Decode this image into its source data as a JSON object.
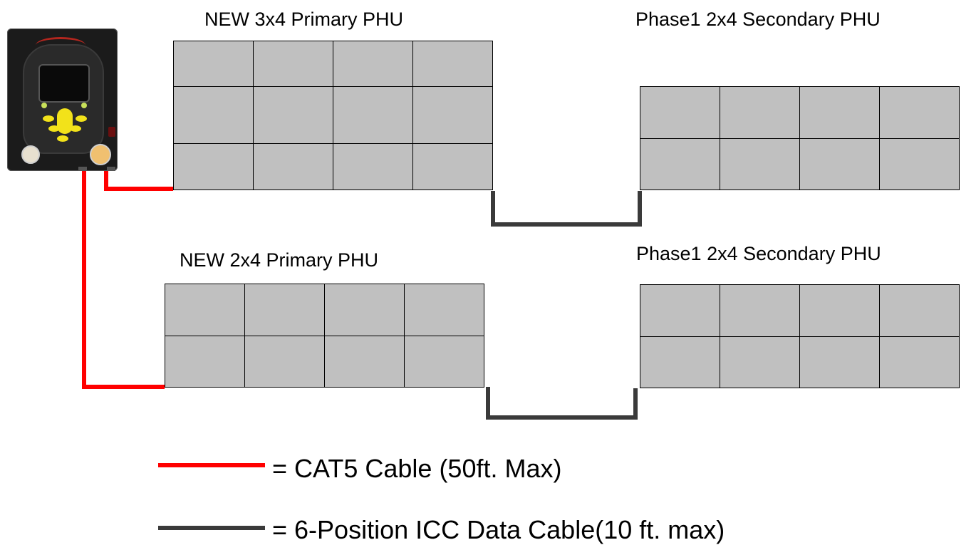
{
  "units": {
    "primary_3x4": {
      "label": "NEW 3x4 Primary PHU",
      "rows": 3,
      "cols": 4
    },
    "secondary_top": {
      "label": "Phase1 2x4 Secondary PHU",
      "rows": 2,
      "cols": 4
    },
    "primary_2x4": {
      "label": "NEW 2x4 Primary PHU",
      "rows": 2,
      "cols": 4
    },
    "secondary_bottom": {
      "label": "Phase1 2x4 Secondary PHU",
      "rows": 2,
      "cols": 4
    }
  },
  "legend": {
    "cat5": {
      "text": "= CAT5 Cable (50ft. Max)",
      "color": "#ff0000"
    },
    "icc": {
      "text": "= 6-Position ICC Data Cable(10 ft. max)",
      "color": "#3a3a3a"
    }
  },
  "colors": {
    "cell_fill": "#c0c0c0",
    "cat5_cable": "#ff0000",
    "icc_cable": "#3a3a3a"
  },
  "icons": {
    "controller": "kitchen-controller-icon"
  }
}
